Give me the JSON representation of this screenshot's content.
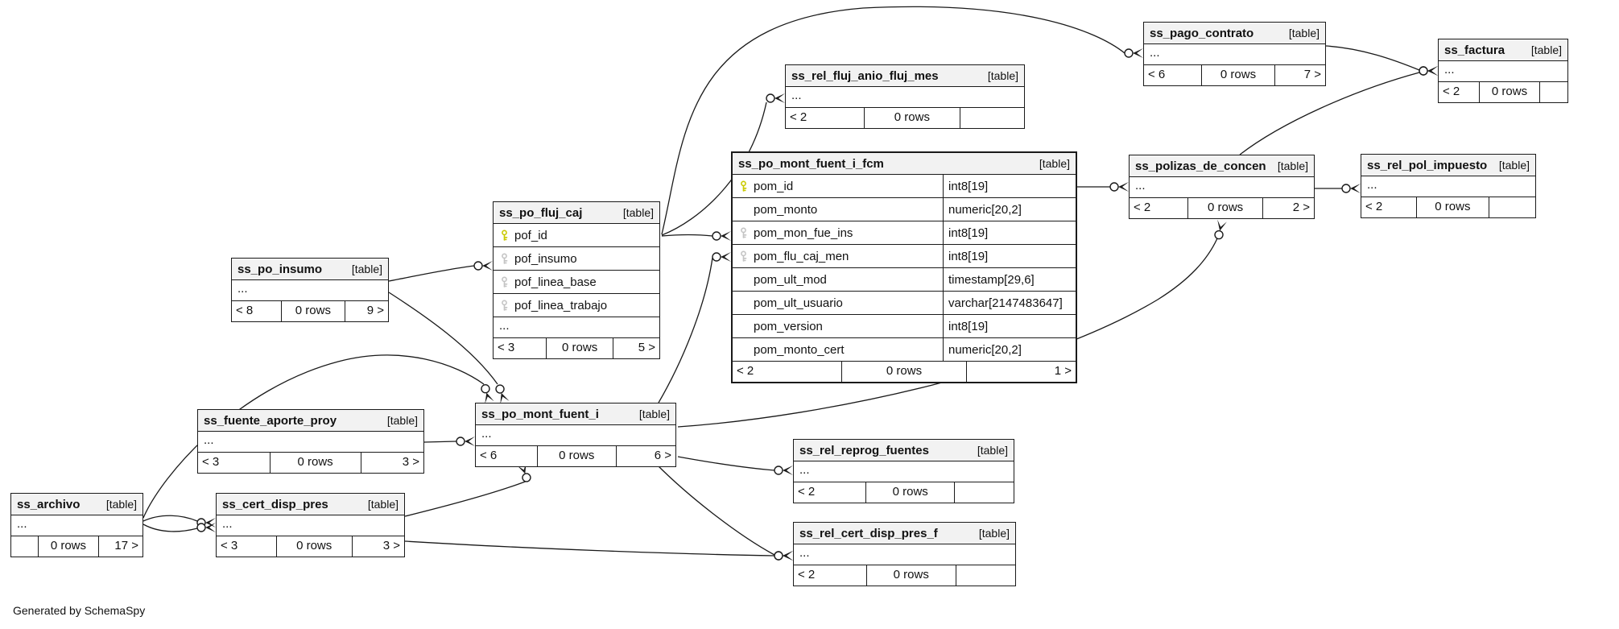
{
  "caption": "Generated by SchemaSpy",
  "badge_label": "[table]",
  "ellipsis_label": "...",
  "colors": {
    "header_bg": "#f2f2f2",
    "border": "#1a1a1a",
    "line": "#1a1a1a",
    "pk_key": "#c9c900",
    "fk_key": "#c4c4c4"
  },
  "tables": [
    {
      "id": "ss_pago_contrato",
      "name": "ss_pago_contrato",
      "emphasized": false,
      "show_types": false,
      "has_ellipsis": true,
      "columns": [],
      "footer": {
        "left": "< 6",
        "center": "0 rows",
        "right": "7 >"
      }
    },
    {
      "id": "ss_factura",
      "name": "ss_factura",
      "emphasized": false,
      "show_types": false,
      "has_ellipsis": true,
      "columns": [],
      "footer": {
        "left": "< 2",
        "center": "0 rows",
        "right": ""
      }
    },
    {
      "id": "ss_rel_fluj_anio_fluj_mes",
      "name": "ss_rel_fluj_anio_fluj_mes",
      "emphasized": false,
      "show_types": false,
      "has_ellipsis": true,
      "columns": [],
      "footer": {
        "left": "< 2",
        "center": "0 rows",
        "right": ""
      }
    },
    {
      "id": "ss_po_mont_fuent_i_fcm",
      "name": "ss_po_mont_fuent_i_fcm",
      "emphasized": true,
      "show_types": true,
      "has_ellipsis": false,
      "columns": [
        {
          "key": "pk",
          "name": "pom_id",
          "type": "int8[19]"
        },
        {
          "key": null,
          "name": "pom_monto",
          "type": "numeric[20,2]"
        },
        {
          "key": "fk",
          "name": "pom_mon_fue_ins",
          "type": "int8[19]"
        },
        {
          "key": "fk",
          "name": "pom_flu_caj_men",
          "type": "int8[19]"
        },
        {
          "key": null,
          "name": "pom_ult_mod",
          "type": "timestamp[29,6]"
        },
        {
          "key": null,
          "name": "pom_ult_usuario",
          "type": "varchar[2147483647]"
        },
        {
          "key": null,
          "name": "pom_version",
          "type": "int8[19]"
        },
        {
          "key": null,
          "name": "pom_monto_cert",
          "type": "numeric[20,2]"
        }
      ],
      "footer": {
        "left": "< 2",
        "center": "0 rows",
        "right": "1 >"
      }
    },
    {
      "id": "ss_polizas_de_concen",
      "name": "ss_polizas_de_concen",
      "emphasized": false,
      "show_types": false,
      "has_ellipsis": true,
      "columns": [],
      "footer": {
        "left": "< 2",
        "center": "0 rows",
        "right": "2 >"
      }
    },
    {
      "id": "ss_rel_pol_impuesto",
      "name": "ss_rel_pol_impuesto",
      "emphasized": false,
      "show_types": false,
      "has_ellipsis": true,
      "columns": [],
      "footer": {
        "left": "< 2",
        "center": "0 rows",
        "right": ""
      }
    },
    {
      "id": "ss_po_fluj_caj",
      "name": "ss_po_fluj_caj",
      "emphasized": false,
      "show_types": false,
      "has_ellipsis": true,
      "columns": [
        {
          "key": "pk",
          "name": "pof_id"
        },
        {
          "key": "fk",
          "name": "pof_insumo"
        },
        {
          "key": "fk",
          "name": "pof_linea_base"
        },
        {
          "key": "fk",
          "name": "pof_linea_trabajo"
        }
      ],
      "footer": {
        "left": "< 3",
        "center": "0 rows",
        "right": "5 >"
      }
    },
    {
      "id": "ss_po_insumo",
      "name": "ss_po_insumo",
      "emphasized": false,
      "show_types": false,
      "has_ellipsis": true,
      "columns": [],
      "footer": {
        "left": "< 8",
        "center": "0 rows",
        "right": "9 >"
      }
    },
    {
      "id": "ss_fuente_aporte_proy",
      "name": "ss_fuente_aporte_proy",
      "emphasized": false,
      "show_types": false,
      "has_ellipsis": true,
      "columns": [],
      "footer": {
        "left": "< 3",
        "center": "0 rows",
        "right": "3 >"
      }
    },
    {
      "id": "ss_po_mont_fuent_i",
      "name": "ss_po_mont_fuent_i",
      "emphasized": false,
      "show_types": false,
      "has_ellipsis": true,
      "columns": [],
      "footer": {
        "left": "< 6",
        "center": "0 rows",
        "right": "6 >"
      }
    },
    {
      "id": "ss_rel_reprog_fuentes",
      "name": "ss_rel_reprog_fuentes",
      "emphasized": false,
      "show_types": false,
      "has_ellipsis": true,
      "columns": [],
      "footer": {
        "left": "< 2",
        "center": "0 rows",
        "right": ""
      }
    },
    {
      "id": "ss_archivo",
      "name": "ss_archivo",
      "emphasized": false,
      "show_types": false,
      "has_ellipsis": true,
      "columns": [],
      "footer": {
        "left": "",
        "center": "0 rows",
        "right": "17 >"
      }
    },
    {
      "id": "ss_cert_disp_pres",
      "name": "ss_cert_disp_pres",
      "emphasized": false,
      "show_types": false,
      "has_ellipsis": true,
      "columns": [],
      "footer": {
        "left": "< 3",
        "center": "0 rows",
        "right": "3 >"
      }
    },
    {
      "id": "ss_rel_cert_disp_pres_f",
      "name": "ss_rel_cert_disp_pres_f",
      "emphasized": false,
      "show_types": false,
      "has_ellipsis": true,
      "columns": [],
      "footer": {
        "left": "< 2",
        "center": "0 rows",
        "right": ""
      }
    }
  ],
  "relationships": [
    {
      "from": "ss_po_fluj_caj",
      "to": "ss_pago_contrato"
    },
    {
      "from": "ss_po_fluj_caj",
      "to": "ss_rel_fluj_anio_fluj_mes"
    },
    {
      "from": "ss_po_fluj_caj",
      "to": "ss_po_mont_fuent_i_fcm"
    },
    {
      "from": "ss_po_mont_fuent_i",
      "to": "ss_po_mont_fuent_i_fcm"
    },
    {
      "from": "ss_po_insumo",
      "to": "ss_po_fluj_caj"
    },
    {
      "from": "ss_po_insumo",
      "to": "ss_po_mont_fuent_i"
    },
    {
      "from": "ss_archivo",
      "to": "ss_po_mont_fuent_i"
    },
    {
      "from": "ss_fuente_aporte_proy",
      "to": "ss_po_mont_fuent_i"
    },
    {
      "from": "ss_cert_disp_pres",
      "to": "ss_po_mont_fuent_i"
    },
    {
      "from": "ss_po_mont_fuent_i",
      "to": "ss_rel_reprog_fuentes"
    },
    {
      "from": "ss_po_mont_fuent_i",
      "to": "ss_rel_cert_disp_pres_f"
    },
    {
      "from": "ss_cert_disp_pres",
      "to": "ss_rel_cert_disp_pres_f"
    },
    {
      "from": "ss_po_mont_fuent_i",
      "to": "ss_polizas_de_concen"
    },
    {
      "from": "ss_pago_contrato",
      "to": "ss_factura"
    },
    {
      "from": "ss_polizas_de_concen",
      "to": "ss_factura"
    },
    {
      "from": "ss_po_mont_fuent_i_fcm",
      "to": "ss_polizas_de_concen"
    },
    {
      "from": "ss_polizas_de_concen",
      "to": "ss_rel_pol_impuesto"
    },
    {
      "from": "ss_archivo",
      "to": "ss_cert_disp_pres"
    },
    {
      "from": "ss_archivo",
      "to": "ss_cert_disp_pres"
    }
  ]
}
